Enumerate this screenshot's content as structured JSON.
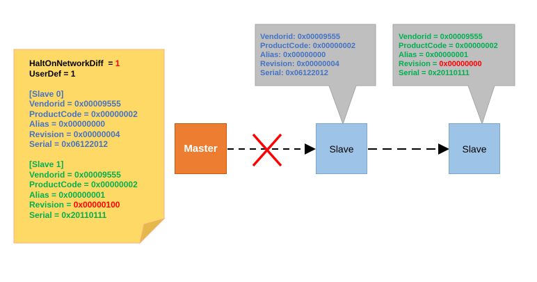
{
  "note": {
    "lines": [
      {
        "parts": [
          {
            "t": "HaltOnNetworkDiff  = ",
            "c": "black"
          },
          {
            "t": "1",
            "c": "red"
          }
        ]
      },
      {
        "parts": [
          {
            "t": "UserDef = 1",
            "c": "black"
          }
        ]
      },
      {
        "gap": true
      },
      {
        "parts": [
          {
            "t": "[Slave 0]",
            "c": "blue"
          }
        ]
      },
      {
        "parts": [
          {
            "t": "Vendorid = 0x00009555",
            "c": "blue"
          }
        ]
      },
      {
        "parts": [
          {
            "t": "ProductCode = 0x00000002",
            "c": "blue"
          }
        ]
      },
      {
        "parts": [
          {
            "t": "Alias = 0x00000000",
            "c": "blue"
          }
        ]
      },
      {
        "parts": [
          {
            "t": "Revision = 0x00000004",
            "c": "blue"
          }
        ]
      },
      {
        "parts": [
          {
            "t": "Serial = 0x06122012",
            "c": "blue"
          }
        ]
      },
      {
        "gap": true
      },
      {
        "parts": [
          {
            "t": "[Slave 1]",
            "c": "green"
          }
        ]
      },
      {
        "parts": [
          {
            "t": "Vendorid = 0x00009555",
            "c": "green"
          }
        ]
      },
      {
        "parts": [
          {
            "t": "ProductCode = 0x00000002",
            "c": "green"
          }
        ]
      },
      {
        "parts": [
          {
            "t": "Alias = 0x00000001",
            "c": "green"
          }
        ]
      },
      {
        "parts": [
          {
            "t": "Revision = ",
            "c": "green"
          },
          {
            "t": "0x00000100",
            "c": "red"
          }
        ]
      },
      {
        "parts": [
          {
            "t": "Serial = 0x20110111",
            "c": "green"
          }
        ]
      }
    ]
  },
  "callout1": {
    "lines": [
      {
        "parts": [
          {
            "t": "Vendorid: 0x00009555",
            "c": "blue"
          }
        ]
      },
      {
        "parts": [
          {
            "t": "ProductCode: 0x00000002",
            "c": "blue"
          }
        ]
      },
      {
        "parts": [
          {
            "t": "Alias: 0x00000000",
            "c": "blue"
          }
        ]
      },
      {
        "parts": [
          {
            "t": "Revision: 0x00000004",
            "c": "blue"
          }
        ]
      },
      {
        "parts": [
          {
            "t": "Serial: 0x06122012",
            "c": "blue"
          }
        ]
      }
    ]
  },
  "callout2": {
    "lines": [
      {
        "parts": [
          {
            "t": "Vendorid = 0x00009555",
            "c": "green"
          }
        ]
      },
      {
        "parts": [
          {
            "t": "ProductCode = 0x00000002",
            "c": "green"
          }
        ]
      },
      {
        "parts": [
          {
            "t": "Alias = 0x00000001",
            "c": "green"
          }
        ]
      },
      {
        "parts": [
          {
            "t": "Revision = ",
            "c": "green"
          },
          {
            "t": "0x00000000",
            "c": "red"
          }
        ]
      },
      {
        "parts": [
          {
            "t": "Serial = 0x20110111",
            "c": "green"
          }
        ]
      }
    ]
  },
  "nodes": {
    "master": "Master",
    "slave1": "Slave",
    "slave2": "Slave"
  },
  "colors": {
    "note_fill": "#ffd966",
    "master_fill": "#ed7d31",
    "slave_fill": "#9dc3e6",
    "callout_fill": "#bfbfbf",
    "cross": "#ff0000"
  }
}
